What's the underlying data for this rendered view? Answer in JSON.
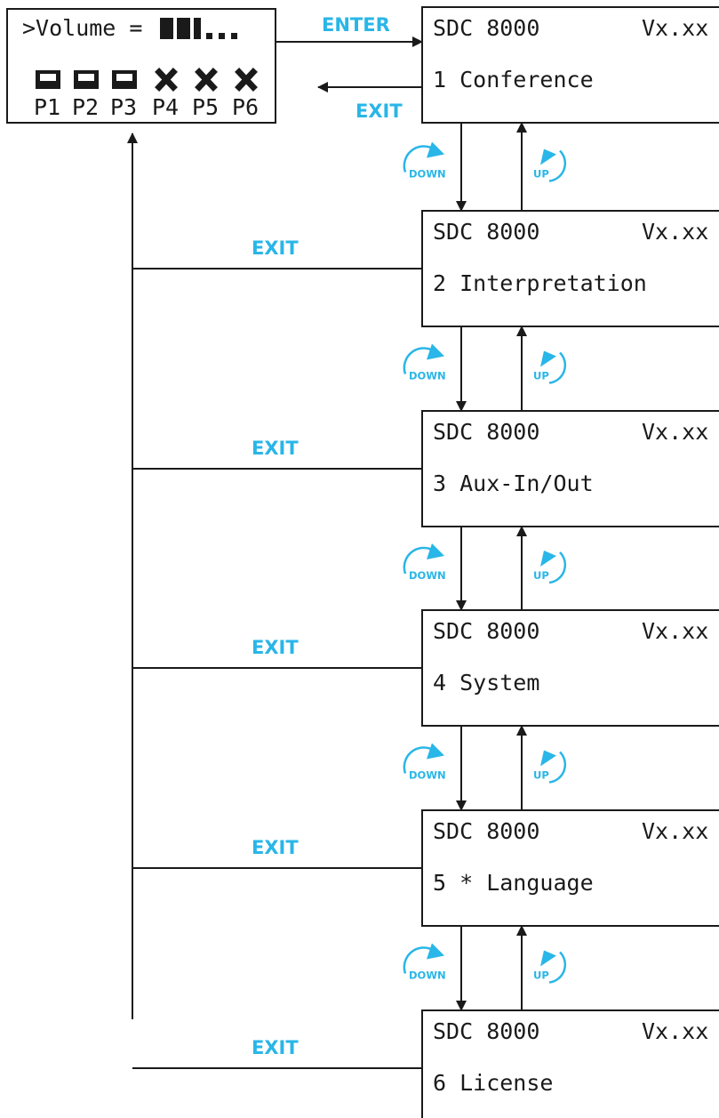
{
  "colors": {
    "accent": "#29b6e8",
    "line": "#1a1a1a"
  },
  "main_display": {
    "volume_text": ">Volume =",
    "volume_bar": "▐▌▌...",
    "volume_level": "3 of 6",
    "presets": [
      {
        "label": "P1",
        "state": "active"
      },
      {
        "label": "P2",
        "state": "active"
      },
      {
        "label": "P3",
        "state": "active"
      },
      {
        "label": "P4",
        "state": "inactive"
      },
      {
        "label": "P5",
        "state": "inactive"
      },
      {
        "label": "P6",
        "state": "inactive"
      }
    ]
  },
  "labels": {
    "enter": "ENTER",
    "exit": "EXIT",
    "down": "DOWN",
    "up": "UP"
  },
  "menus": [
    {
      "device": "SDC 8000",
      "version": "Vx.xx",
      "item": "1 Conference"
    },
    {
      "device": "SDC 8000",
      "version": "Vx.xx",
      "item": "2 Interpretation"
    },
    {
      "device": "SDC 8000",
      "version": "Vx.xx",
      "item": "3 Aux-In/Out"
    },
    {
      "device": "SDC 8000",
      "version": "Vx.xx",
      "item": "4 System"
    },
    {
      "device": "SDC 8000",
      "version": "Vx.xx",
      "item": "5 * Language"
    },
    {
      "device": "SDC 8000",
      "version": "Vx.xx",
      "item": "6 License"
    }
  ]
}
